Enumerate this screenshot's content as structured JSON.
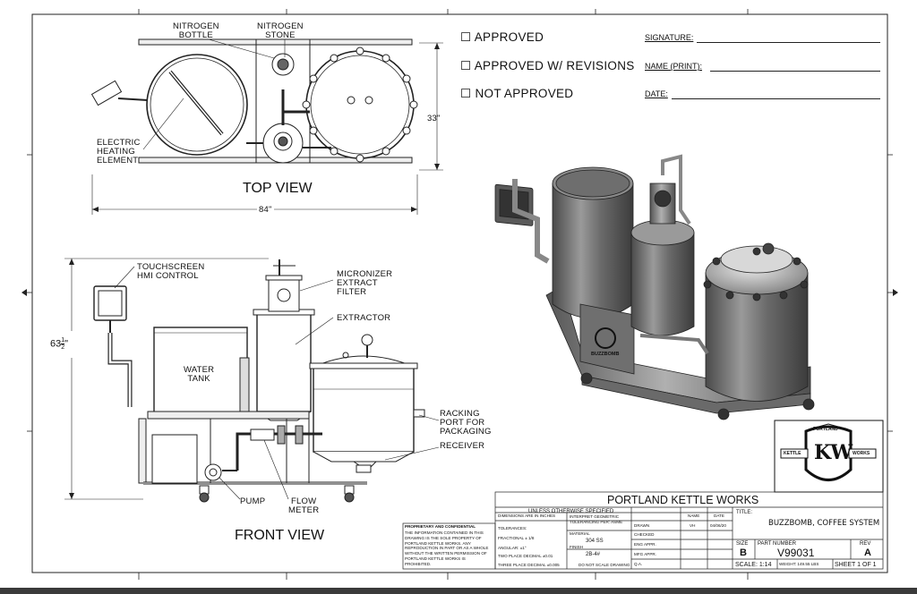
{
  "approval": {
    "approved": "APPROVED",
    "approved_rev": "APPROVED W/ REVISIONS",
    "not_approved": "NOT APPROVED",
    "signature": "SIGNATURE:",
    "name_print": "NAME (PRINT):",
    "date": "DATE:"
  },
  "top_view": {
    "title": "TOP VIEW",
    "nitrogen_bottle": [
      "NITROGEN",
      "BOTTLE"
    ],
    "nitrogen_stone": [
      "NITROGEN",
      "STONE"
    ],
    "heating": [
      "ELECTRIC",
      "HEATING",
      "ELEMENT"
    ],
    "dim_depth": "33\"",
    "dim_width": "84\""
  },
  "front_view": {
    "title": "FRONT VIEW",
    "touchscreen": [
      "TOUCHSCREEN",
      "HMI CONTROL"
    ],
    "micronizer": [
      "MICRONIZER",
      "EXTRACT",
      "FILTER"
    ],
    "extractor": "EXTRACTOR",
    "water_tank": [
      "WATER",
      "TANK"
    ],
    "racking": [
      "RACKING",
      "PORT FOR",
      "PACKAGING"
    ],
    "receiver": "RECEIVER",
    "pump": "PUMP",
    "flow_meter": [
      "FLOW",
      "METER"
    ],
    "height_whole": "63",
    "height_frac_num": "1",
    "height_frac_den": "2",
    "height_unit": "\""
  },
  "iso_view": {
    "brand_on_panel": "BUZZBOMB"
  },
  "logo": {
    "top": "PORTLAND",
    "left": "KETTLE",
    "right": "WORKS",
    "monogram": "KW"
  },
  "title_block": {
    "company": "PORTLAND KETTLE WORKS",
    "unless": "UNLESS OTHERWISE SPECIFIED",
    "proprietary_title": "PROPRIETARY AND CONFIDENTIAL",
    "proprietary_lines": [
      "THE INFORMATION CONTAINED IN THIS",
      "DRAWING IS THE SOLE PROPERTY OF",
      "PORTLAND KETTLE WORKS. ANY",
      "REPRODUCTION IN PART OR AS A WHOLE",
      "WITHOUT THE WRITTEN PERMISSION OF",
      "PORTLAND KETTLE WORKS IS",
      "PROHIBITED."
    ],
    "dims_in_inches": "DIMENSIONS ARE IN INCHES",
    "tolerances": "TOLERANCES:",
    "fractional": "FRACTIONAL ± 1/8",
    "angular": "ANGULAR: ±1°",
    "two_place": "TWO PLACE DECIMAL    ±0.01",
    "three_place": "THREE PLACE DECIMAL   ±0.005",
    "interpret": [
      "INTERPRET GEOMETRIC",
      "TOLERANCING PER: ASME"
    ],
    "material_label": "MATERIAL",
    "material": "304 SS",
    "finish_label": "FINISH",
    "finish": "2B-4#",
    "do_not_scale": "DO NOT SCALE DRAWING",
    "rows": [
      "DRAWN",
      "CHECKED",
      "ENG APPR.",
      "MFG APPR.",
      "Q.A."
    ],
    "name_hdr": "NAME",
    "date_hdr": "DATE",
    "drawn_name": "VH",
    "drawn_date": "04/06/20",
    "title_label": "TITLE:",
    "title": "BUZZBOMB, COFFEE SYSTEM",
    "size_label": "SIZE",
    "size": "B",
    "part_label": "PART NUMBER",
    "part": "V99031",
    "rev_label": "REV",
    "rev": "A",
    "scale": "SCALE: 1:14",
    "weight": "WEIGHT: 149.55 LBS",
    "sheet": "SHEET 1 OF 1"
  }
}
